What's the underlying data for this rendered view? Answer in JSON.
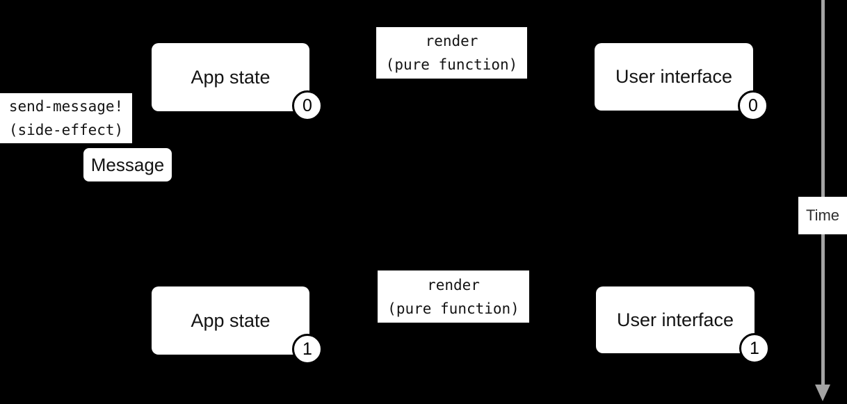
{
  "colors": {
    "background": "#000000",
    "box_fill": "#ffffff",
    "text": "#131313",
    "time_axis": "#a4a4a4"
  },
  "rows": [
    {
      "app_state": {
        "label": "App state",
        "badge": "0"
      },
      "render": {
        "line1": "render",
        "line2": "(pure function)"
      },
      "user_interface": {
        "label": "User interface",
        "badge": "0"
      }
    },
    {
      "app_state": {
        "label": "App state",
        "badge": "1"
      },
      "render": {
        "line1": "render",
        "line2": "(pure function)"
      },
      "user_interface": {
        "label": "User interface",
        "badge": "1"
      }
    }
  ],
  "annotations": {
    "send_message": {
      "line1": "send-message!",
      "line2": "(side-effect)"
    },
    "message": {
      "label": "Message"
    }
  },
  "timeline": {
    "label": "Time"
  }
}
